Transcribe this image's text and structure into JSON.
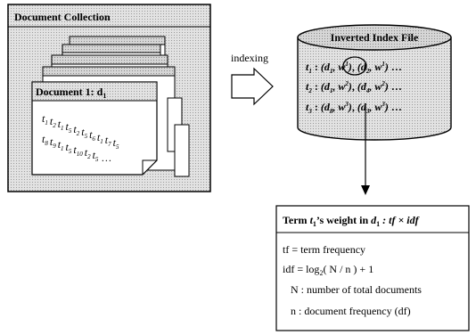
{
  "collection": {
    "title": "Document Collection",
    "doc_title": "Document 1: d",
    "doc_title_sub": "1",
    "doc_rows": [
      [
        [
          "t",
          "1"
        ],
        [
          "t",
          "2"
        ],
        [
          "t",
          "1"
        ],
        [
          "t",
          "5"
        ],
        [
          "t",
          "2"
        ],
        [
          "t",
          "5"
        ],
        [
          "t",
          "6"
        ],
        [
          "t",
          "1"
        ],
        [
          "t",
          "7"
        ],
        [
          "t",
          "5"
        ]
      ],
      [
        [
          "t",
          "8"
        ],
        [
          "t",
          "9"
        ],
        [
          "t",
          "1"
        ],
        [
          "t",
          "5"
        ],
        [
          "t",
          "10"
        ],
        [
          "t",
          "2"
        ],
        [
          "t",
          "5"
        ],
        [
          "…",
          ""
        ]
      ]
    ]
  },
  "arrow": {
    "label": "indexing"
  },
  "index": {
    "title": "Inverted Index File",
    "rows": [
      {
        "term": "1",
        "postings": [
          [
            "1",
            "1"
          ],
          [
            "2",
            "1"
          ]
        ]
      },
      {
        "term": "2",
        "postings": [
          [
            "1",
            "2"
          ],
          [
            "4",
            "2"
          ]
        ]
      },
      {
        "term": "3",
        "postings": [
          [
            "8",
            "3"
          ],
          [
            "3",
            "3"
          ]
        ]
      }
    ]
  },
  "weight_box": {
    "title_prefix": "Term ",
    "title_term_sub": "1",
    "title_mid": "’s weight in ",
    "title_doc_sub": "1",
    "title_formula": " : tf × idf",
    "lines": {
      "tf_def": "tf = term frequency",
      "idf_lhs": "idf = log",
      "idf_base": "2",
      "idf_rhs": "( N / n ) + 1",
      "n_total": "N : number of total documents",
      "n_doc": "n : document frequency (df)"
    }
  },
  "colors": {
    "panel_fill": "#d9d9d9",
    "border": "#000000",
    "circle": "#000000"
  }
}
